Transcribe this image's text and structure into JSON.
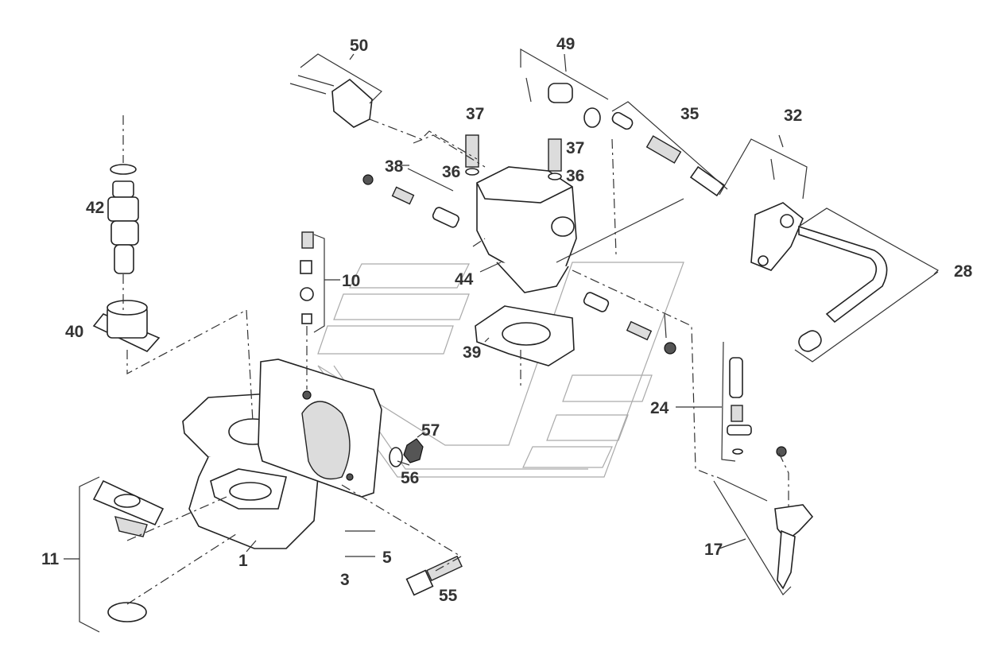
{
  "diagram": {
    "callouts": {
      "c50": "50",
      "c49": "49",
      "c35": "35",
      "c32": "32",
      "c37a": "37",
      "c37b": "37",
      "c38": "38",
      "c36a": "36",
      "c36b": "36",
      "c42": "42",
      "c10": "10",
      "c44": "44",
      "c28": "28",
      "c40": "40",
      "c39": "39",
      "c24": "24",
      "c57": "57",
      "c56": "56",
      "c11": "11",
      "c1": "1",
      "c5": "5",
      "c3": "3",
      "c55": "55",
      "c17": "17"
    }
  }
}
